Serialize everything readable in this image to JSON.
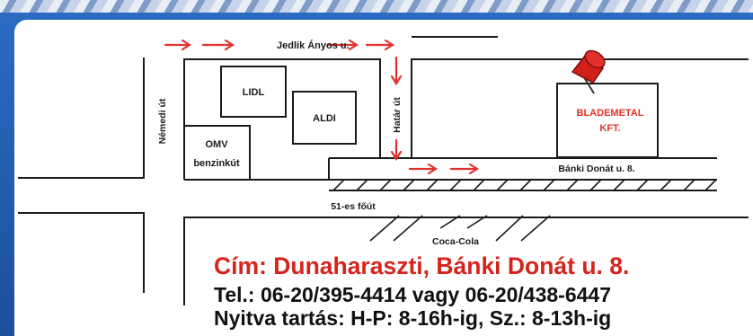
{
  "map": {
    "streets": {
      "jedlik": "Jedlik Ányos u.",
      "nemedi": "Némedi út",
      "hatar": "Határ út",
      "banki": "Bánki Donát u. 8.",
      "main_road": "51-es főút"
    },
    "places": {
      "lidl": "LIDL",
      "aldi": "ALDI",
      "omv_line1": "OMV",
      "omv_line2": "benzinkút",
      "cocacola": "Coca-Cola",
      "company_line1": "BLADEMETAL",
      "company_line2": "KFT."
    },
    "pin_icon": "map-pin-icon",
    "colors": {
      "arrow": "#e2312a",
      "company": "#e2312a",
      "road": "#1a1a1a",
      "frame": "#1f56a6"
    }
  },
  "info": {
    "address": "Cím: Dunaharaszti, Bánki Donát u. 8.",
    "phone": "Tel.: 06-20/395-4414 vagy 06-20/438-6447",
    "hours": "Nyitva tartás: H-P: 8-16h-ig, Sz.: 8-13h-ig"
  }
}
